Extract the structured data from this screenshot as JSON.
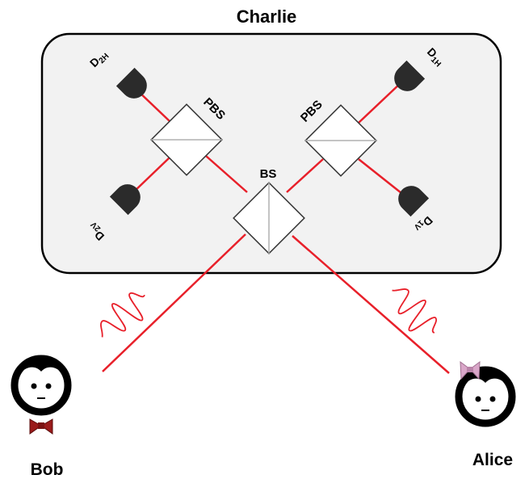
{
  "labels": {
    "charlie": "Charlie",
    "bob": "Bob",
    "alice": "Alice",
    "bs": "BS",
    "pbs_left": "PBS",
    "pbs_right": "PBS",
    "d2h_main": "D",
    "d2h_sub": "2H",
    "d2v_main": "D",
    "d2v_sub": "2V",
    "d1h_main": "D",
    "d1h_sub": "1H",
    "d1v_main": "D",
    "d1v_sub": "1V"
  },
  "colors": {
    "beam": "#e8202a",
    "box_fill": "#f2f2f2",
    "detector": "#2b2b2b",
    "bowtie_bob": "#9b1b1b",
    "bow_alice": "#d9a6c8",
    "splitter_line": "#b0b0b0"
  },
  "icons": {
    "bob": "person-face-icon",
    "alice": "person-face-icon",
    "bob_tie": "bowtie-icon",
    "alice_bow": "hair-bow-icon",
    "photon_bob": "wave-packet-icon",
    "photon_alice": "wave-packet-icon"
  }
}
